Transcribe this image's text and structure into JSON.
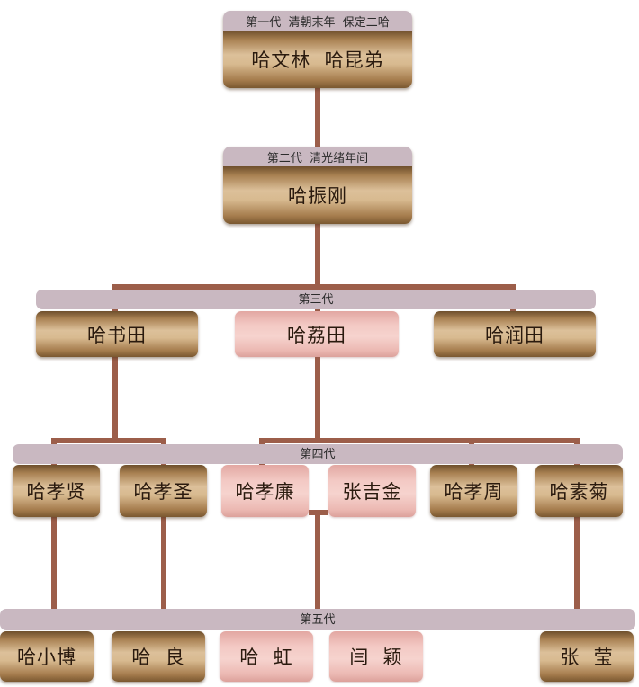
{
  "gen1": {
    "label": "第一代  清朝末年  保定二哈",
    "names": "哈文林  哈昆弟"
  },
  "gen2": {
    "label": "第二代  清光绪年间",
    "names": "哈振刚"
  },
  "gen3": {
    "label": "第三代",
    "members": [
      {
        "name": "哈书田",
        "style": "gold"
      },
      {
        "name": "哈荔田",
        "style": "pink"
      },
      {
        "name": "哈润田",
        "style": "gold"
      }
    ]
  },
  "gen4": {
    "label": "第四代",
    "members": [
      {
        "name": "哈孝贤",
        "style": "gold"
      },
      {
        "name": "哈孝圣",
        "style": "gold"
      },
      {
        "name": "哈孝廉",
        "style": "pink"
      },
      {
        "name": "张吉金",
        "style": "pink"
      },
      {
        "name": "哈孝周",
        "style": "gold"
      },
      {
        "name": "哈素菊",
        "style": "gold"
      }
    ]
  },
  "gen5": {
    "label": "第五代",
    "members": [
      {
        "name": "哈小博",
        "style": "gold"
      },
      {
        "name": "哈  良",
        "style": "gold"
      },
      {
        "name": "哈  虹",
        "style": "pink"
      },
      {
        "name": "闫  颖",
        "style": "pink"
      },
      {
        "name": "张  莹",
        "style": "gold"
      }
    ]
  },
  "colors": {
    "connector": "#9c5e4a",
    "label_bar": "#c9b8c1",
    "gold_mid": "#dcc09a",
    "pink_mid": "#f6d3ce"
  }
}
